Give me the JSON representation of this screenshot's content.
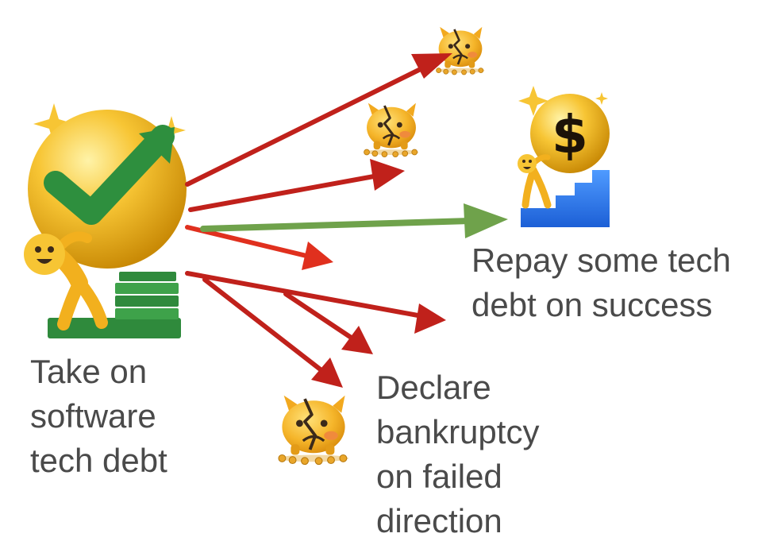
{
  "labels": {
    "take_on": [
      "Take on",
      "software",
      "tech debt"
    ],
    "repay": [
      "Repay some tech",
      "debt on success"
    ],
    "bankruptcy": [
      "Declare",
      "bankruptcy",
      "on failed",
      "direction"
    ]
  },
  "icons": {
    "source": "person-lifting-golden-ball-with-checkmark-and-money-stack-icon",
    "success": "person-climbing-stairs-with-dollar-ball-icon",
    "failure": "broken-piggy-bank-icon"
  },
  "colors": {
    "failure_arrow": "#c0211b",
    "success_arrow": "#6fa24b",
    "text": "#4a4a4a"
  }
}
